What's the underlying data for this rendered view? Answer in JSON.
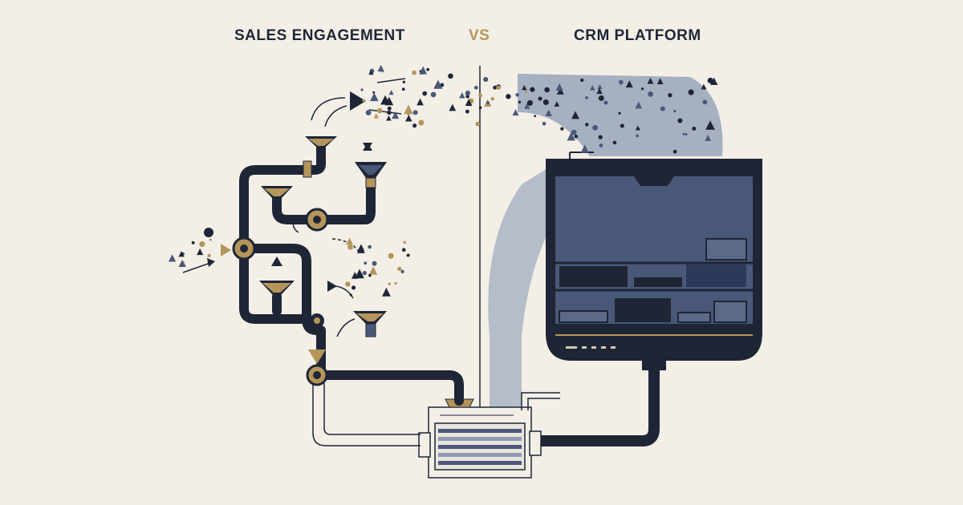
{
  "header": {
    "left_label": "SALES ENGAGEMENT",
    "vs_label": "VS",
    "right_label": "CRM PLATFORM"
  },
  "colors": {
    "background": "#f3efe7",
    "navy": "#1e2636",
    "gold": "#b4955a",
    "slate": "#4a5878",
    "mist": "#8c9bb4"
  },
  "icons": [
    "funnel-icon",
    "valve-icon",
    "arrow-icon",
    "crm-monitor-icon",
    "connector-box-icon"
  ]
}
